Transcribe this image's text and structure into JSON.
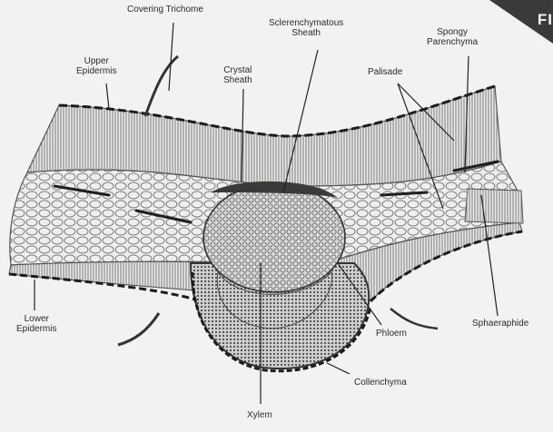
{
  "corner_tab": {
    "text": "FI"
  },
  "labels": {
    "covering_trichome": "Covering Trichome",
    "upper_epidermis": [
      "Upper",
      "Epidermis"
    ],
    "crystal_sheath": [
      "Crystal",
      "Sheath"
    ],
    "sclerenchymatous_sheath": [
      "Sclerenchymatous",
      "Sheath"
    ],
    "spongy_parenchyma": [
      "Spongy",
      "Parenchyma"
    ],
    "palisade": "Palisade",
    "lower_epidermis": [
      "Lower",
      "Epidermis"
    ],
    "phloem": "Phloem",
    "sphaeraphide": "Sphaeraphide",
    "collenchyma": "Collenchyma",
    "xylem": "Xylem"
  },
  "colors": {
    "background": "#f2f2f0",
    "ink": "#2a2a2a",
    "tissue_hatch": "#8a8a8a",
    "corner_tab": "#3a3a3a"
  }
}
